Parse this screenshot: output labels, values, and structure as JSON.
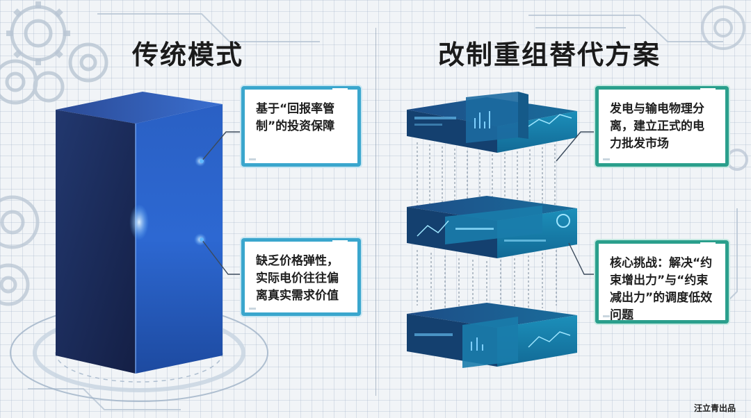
{
  "left": {
    "title": "传统模式",
    "callouts": [
      {
        "text": "基于“回报率管制”的投资保障"
      },
      {
        "text": "缺乏价格弹性，实际电价往往偏离真实需求价值"
      }
    ]
  },
  "right": {
    "title": "改制重组替代方案",
    "callouts": [
      {
        "text": "发电与输电物理分离，建立正式的电力批发市场"
      },
      {
        "text": "核心挑战：解决“约束增出力”与“约束减出力”的调度低效问题"
      }
    ]
  },
  "credit": "汪立青出品",
  "colors": {
    "background": "#f1f4f7",
    "monolith_front": "#1c2f66",
    "monolith_side": "#2457b8",
    "callout_blue": "#3aa6cd",
    "callout_green": "#2a9f8c",
    "module_dark": "#133a72",
    "module_teal": "#1e8fb4"
  }
}
